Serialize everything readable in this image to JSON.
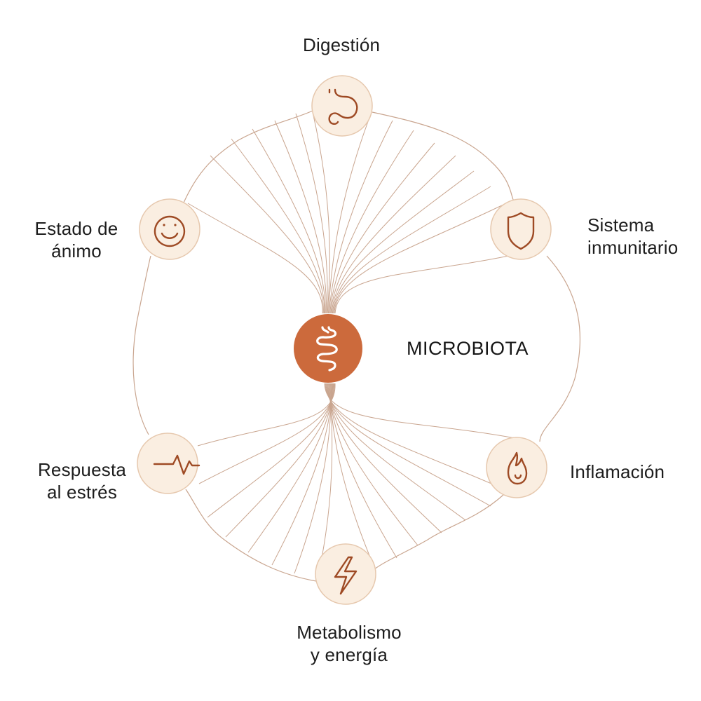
{
  "center": {
    "label": "MICROBIOTA",
    "icon": "intestine-icon",
    "fill": "#cc6a3c",
    "icon_stroke": "#ffffff"
  },
  "nodes": [
    {
      "key": "digestion",
      "lines": [
        "Digestión"
      ],
      "icon": "stomach-icon"
    },
    {
      "key": "immune",
      "lines": [
        "Sistema",
        "inmunitario"
      ],
      "icon": "shield-icon"
    },
    {
      "key": "inflammation",
      "lines": [
        "Inflamación"
      ],
      "icon": "flame-icon"
    },
    {
      "key": "metabolism",
      "lines": [
        "Metabolismo",
        "y energía"
      ],
      "icon": "lightning-bolt-icon"
    },
    {
      "key": "stress",
      "lines": [
        "Respuesta",
        "al estrés"
      ],
      "icon": "pulse-icon"
    },
    {
      "key": "mood",
      "lines": [
        "Estado de",
        "ánimo"
      ],
      "icon": "smiley-face-icon"
    }
  ],
  "colors": {
    "node_fill": "#faeee1",
    "node_stroke": "#e6c8ae",
    "icon_stroke": "#9e4a24",
    "line": "#c9a58f",
    "text": "#1d1d1d"
  }
}
